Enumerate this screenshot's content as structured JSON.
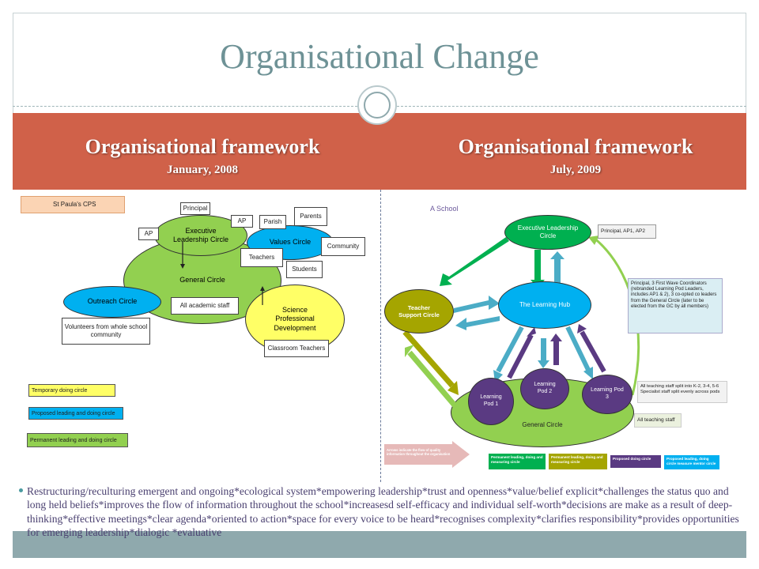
{
  "slide": {
    "title": "Organisational Change",
    "left_heading": "Organisational framework",
    "left_date": "January, 2008",
    "right_heading": "Organisational framework",
    "right_date": "July, 2009",
    "bullet": "Restructuring/reculturing emergent and ongoing*ecological system*empowering leadership*trust and openness*value/belief explicit*challenges the status quo and long held beliefs*improves the flow of information throughout the school*increasesd self-efficacy and individual self-worth*decisions are make as a result of deep-thinking*effective meetings*clear agenda*oriented to action*space for every voice to be heard*recognises complexity*clarifies responsibility*provides opportunities for emerging leadership*dialogic *evaluative"
  },
  "left_diagram": {
    "school_label": "St Paula's CPS",
    "principal": "Principal",
    "ap1": "AP",
    "ap2": "AP",
    "parish": "Parish",
    "parents": "Parents",
    "executive": "Executive Leadership Circle",
    "values": "Values Circle",
    "community": "Community",
    "teachers": "Teachers",
    "students": "Students",
    "general": "General Circle",
    "outreach": "Outreach Circle",
    "all_staff": "All academic staff",
    "volunteers": "Volunteers from whole school community",
    "science": "Science Professional Development",
    "classroom": "Classroom Teachers",
    "legend": [
      "Temporary doing circle",
      "Proposed leading and doing circle",
      "Permanent leading and doing circle"
    ],
    "colors": {
      "executive": "#92d050",
      "values": "#00b0f0",
      "general": "#92d050",
      "outreach": "#00b0f0",
      "science": "#ffff66",
      "school_label": "#fbd4b4"
    }
  },
  "right_diagram": {
    "school_label": "A School",
    "executive": "Executive Leadership Circle",
    "exec_note": "Principal, AP1, AP2",
    "tsc": "Teacher Support Circle",
    "hub": "The Learning Hub",
    "hub_note": "Principal, 3 First Wave Coordinators (rebranded Learning Pod Leaders, includes AP1 & 2), 3 co-opted co leaders from the General Circle (later to be elected from the GC by all members)",
    "pod1": "Learning Pod 1",
    "pod2": "Learning Pod 2",
    "pod3": "Learning Pod 3",
    "general": "General Circle",
    "pods_note": "All teaching staff split into K-2, 3-4, 5-6 Specialist staff split evenly across pods",
    "all_staff": "All teaching staff",
    "arrow_note": "Arrows indicate the flow of quality information throughout the organisation",
    "legend": [
      "Permanent leading, doing and measuring circle",
      "Permanent leading, doing and measuring circle",
      "Proposed doing circle",
      "Proposed leading, doing circle measure mentor circle"
    ],
    "colors": {
      "executive": "#00b050",
      "hub": "#00b0f0",
      "tsc": "#a5a500",
      "pods": "#5a3a82",
      "general": "#92d050"
    }
  }
}
